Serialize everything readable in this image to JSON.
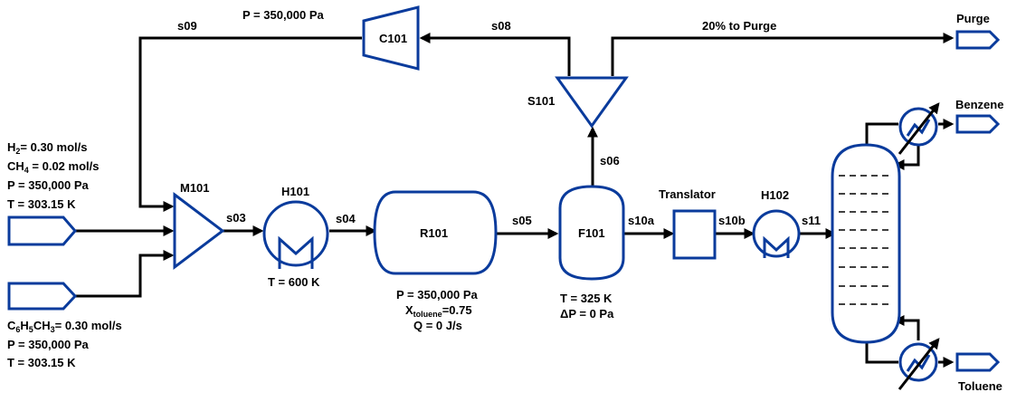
{
  "streams": {
    "s03": "s03",
    "s04": "s04",
    "s05": "s05",
    "s06": "s06",
    "s08": "s08",
    "s09": "s09",
    "s10a": "s10a",
    "s10b": "s10b",
    "s11": "s11"
  },
  "equipment": {
    "mixer": "M101",
    "heater1": "H101",
    "reactor": "R101",
    "flash": "F101",
    "splitter": "S101",
    "compressor": "C101",
    "translator": "Translator",
    "heater2": "H102"
  },
  "products": {
    "purge": "Purge",
    "benzene": "Benzene",
    "toluene": "Toluene"
  },
  "annotations": {
    "compressor_pressure": "P = 350,000 Pa",
    "purge_fraction": "20% to Purge",
    "feed1": {
      "h2_prefix": "H",
      "h2_sub": "2",
      "h2_rest": "= 0.30 mol/s",
      "ch4_prefix": "CH",
      "ch4_sub": "4",
      "ch4_rest": " = 0.02 mol/s",
      "pressure": "P = 350,000 Pa",
      "temperature": "T = 303.15 K"
    },
    "feed2": {
      "p1": "C",
      "s1": "6",
      "p2": "H",
      "s2": "5",
      "p3": "CH",
      "s3": "3",
      "rest": "= 0.30 mol/s",
      "pressure": "P = 350,000 Pa",
      "temperature": "T = 303.15 K"
    },
    "heater1_temp": "T = 600 K",
    "reactor": {
      "pressure": "P = 350,000 Pa",
      "x_prefix": "X",
      "x_sub": "toluene",
      "x_rest": "=0.75",
      "q": "Q = 0 J/s"
    },
    "flash": {
      "temperature": "T = 325 K",
      "dp": "ΔP = 0 Pa"
    }
  }
}
